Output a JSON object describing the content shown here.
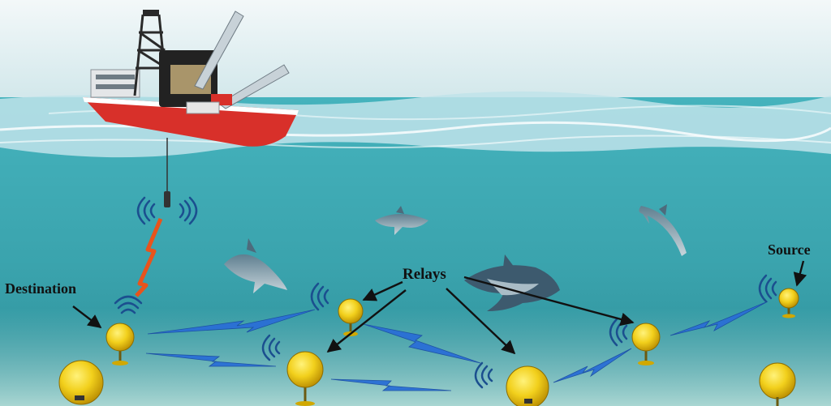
{
  "labels": {
    "destination": "Destination",
    "relays": "Relays",
    "source": "Source"
  },
  "colors": {
    "sky_top": "#eef6f7",
    "sky_bottom": "#cfe6ea",
    "surface": "#bfe3ea",
    "water_top": "#3faab5",
    "water_bottom": "#2f8f9b",
    "seabed": "#8fc8c8",
    "node_yellow": "#f2d01c",
    "node_dark": "#c99a00",
    "link_blue": "#2a6fd6",
    "hull_red": "#d8302a",
    "arrow": "#111111"
  },
  "icons": [
    "ship-icon",
    "sensor-node-icon",
    "dolphin-icon",
    "signal-wave-icon",
    "lightning-link-icon"
  ]
}
